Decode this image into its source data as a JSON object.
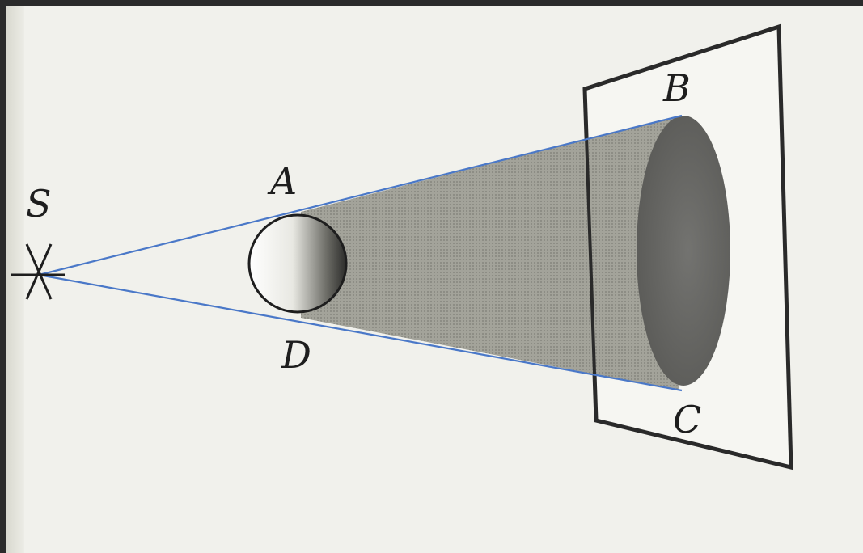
{
  "diagram": {
    "labels": {
      "source": "S",
      "top_sphere": "A",
      "bottom_sphere": "D",
      "top_screen": "B",
      "bottom_screen": "C"
    },
    "colors": {
      "ray_line": "#4a78c8",
      "shadow_fill": "#9a9a90",
      "shadow_end": "#6f6f69",
      "screen_stroke": "#2a2a2a",
      "background": "#f1f1ec"
    },
    "icons": {
      "source_marker": "cross-star-icon"
    }
  }
}
